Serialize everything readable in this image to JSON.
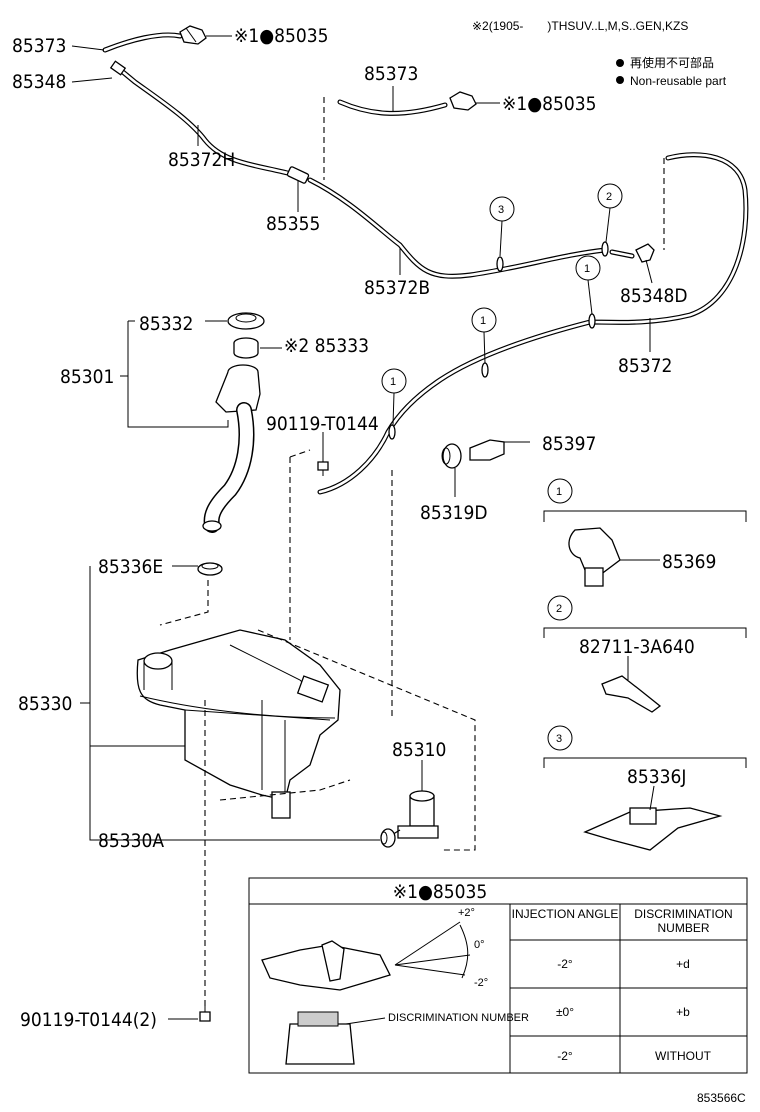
{
  "header": {
    "variant_note": "※2(1905-　　)THSUV..L,M,S..GEN,KZS",
    "legend_nonreusable_jp": "再使用不可部品",
    "legend_nonreusable_en": "Non-reusable part"
  },
  "labels": {
    "p85373_a": "85373",
    "p85035_a": "※1●85035",
    "p85348": "85348",
    "p85373_b": "85373",
    "p85035_b": "※1●85035",
    "p85372H": "85372H",
    "p85355": "85355",
    "p85372B": "85372B",
    "p85348D": "85348D",
    "p85332": "85332",
    "p85333": "※2 85333",
    "p85301": "85301",
    "p85372": "85372",
    "p90119_a": "90119-T0144",
    "p85397": "85397",
    "p85319D": "85319D",
    "p85336E": "85336E",
    "p85330": "85330",
    "p85310": "85310",
    "p85330A": "85330A",
    "p90119_b": "90119-T0144(2)",
    "p85369": "85369",
    "p82711": "82711-3A640",
    "p85336J": "85336J",
    "diagram_id": "853566C"
  },
  "callouts": {
    "c1": "1",
    "c2": "2",
    "c3": "3"
  },
  "table": {
    "title": "※1●85035",
    "angle_plus": "+2°",
    "angle_zero": "0°",
    "angle_minus": "-2°",
    "disc_label": "DISCRIMINATION NUMBER",
    "col_headers": [
      "INJECTION ANGLE",
      "DISCRIMINATION NUMBER"
    ],
    "rows": [
      {
        "angle": "-2°",
        "number": "+d"
      },
      {
        "angle": "±0°",
        "number": "+b"
      },
      {
        "angle": "-2°",
        "number": "WITHOUT"
      }
    ]
  }
}
